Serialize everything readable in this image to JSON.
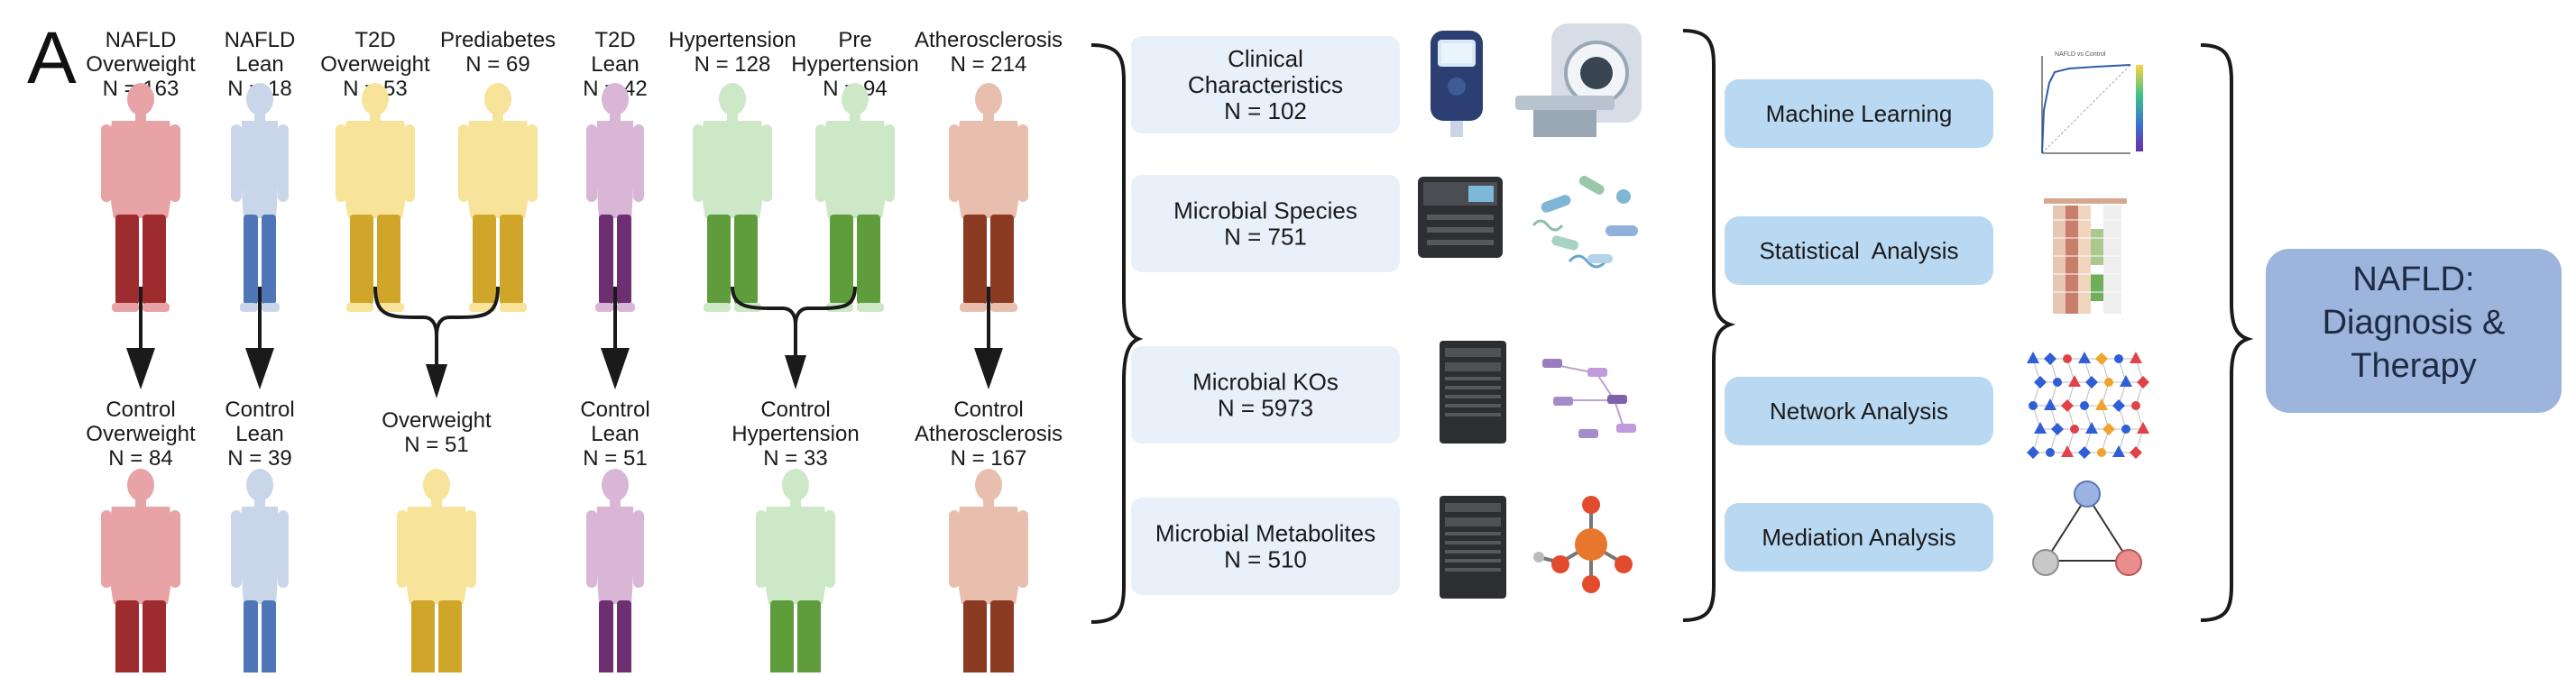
{
  "panel_label": "A",
  "top_groups": [
    {
      "lines": [
        "NAFLD",
        "Overweight",
        "N = 163"
      ],
      "fill": "#e7a3a6",
      "legs": "#9e2b2d",
      "shape": "heavy"
    },
    {
      "lines": [
        "NAFLD",
        "Lean",
        "N = 18"
      ],
      "fill": "#c9d6ea",
      "legs": "#4f77b8",
      "shape": "lean"
    },
    {
      "lines": [
        "T2D",
        "Overweight",
        "N = 53"
      ],
      "fill": "#f7e39a",
      "legs": "#cfa62a",
      "shape": "heavy"
    },
    {
      "lines": [
        "Prediabetes",
        "N = 69"
      ],
      "fill": "#f7e39a",
      "legs": "#cfa62a",
      "shape": "heavy"
    },
    {
      "lines": [
        "T2D",
        "Lean",
        "N = 42"
      ],
      "fill": "#d9b5d6",
      "legs": "#6e2f71",
      "shape": "lean"
    },
    {
      "lines": [
        "Hypertension",
        "N = 128"
      ],
      "fill": "#cde8c7",
      "legs": "#5e9c3c",
      "shape": "heavy"
    },
    {
      "lines": [
        "Pre",
        "Hypertension",
        "N = 94"
      ],
      "fill": "#cde8c7",
      "legs": "#5e9c3c",
      "shape": "heavy"
    },
    {
      "lines": [
        "Atherosclerosis",
        "N = 214"
      ],
      "fill": "#e8bfae",
      "legs": "#8b3b22",
      "shape": "heavy"
    }
  ],
  "control_groups": [
    {
      "lines": [
        "Control",
        "Overweight",
        "N = 84"
      ],
      "fill": "#e7a3a6",
      "legs": "#9e2b2d",
      "shape": "heavy"
    },
    {
      "lines": [
        "Control",
        "Lean",
        "N = 39"
      ],
      "fill": "#c9d6ea",
      "legs": "#4f77b8",
      "shape": "lean"
    },
    {
      "lines": [
        "Overweight",
        "N = 51"
      ],
      "fill": "#f7e39a",
      "legs": "#cfa62a",
      "shape": "heavy"
    },
    {
      "lines": [
        "Control",
        "Lean",
        "N = 51"
      ],
      "fill": "#d9b5d6",
      "legs": "#6e2f71",
      "shape": "lean"
    },
    {
      "lines": [
        "Control",
        "Hypertension",
        "N = 33"
      ],
      "fill": "#cde8c7",
      "legs": "#5e9c3c",
      "shape": "heavy"
    },
    {
      "lines": [
        "Control",
        "Atherosclerosis",
        "N = 167"
      ],
      "fill": "#e8bfae",
      "legs": "#8b3b22",
      "shape": "heavy"
    }
  ],
  "data_boxes": [
    {
      "lines": [
        "Clinical",
        "Characteristics",
        "N = 102"
      ],
      "icons": [
        "glucometer-icon",
        "mri-scanner-icon"
      ]
    },
    {
      "lines": [
        "Microbial Species",
        "N = 751"
      ],
      "icons": [
        "sequencer-icon",
        "bacteria-icon"
      ]
    },
    {
      "lines": [
        "Microbial KOs",
        "N = 5973"
      ],
      "icons": [
        "server-tower-icon",
        "pathway-map-icon"
      ]
    },
    {
      "lines": [
        "Microbial Metabolites",
        "N = 510"
      ],
      "icons": [
        "server-tower-icon",
        "phosphate-molecule-icon"
      ]
    }
  ],
  "analysis_boxes": [
    {
      "label": "Machine Learning",
      "icon": "roc-curve-icon"
    },
    {
      "label": "Statistical  Analysis",
      "icon": "heatmap-table-icon"
    },
    {
      "label": "Network Analysis",
      "icon": "network-graph-icon"
    },
    {
      "label": "Mediation Analysis",
      "icon": "mediation-triangle-icon"
    }
  ],
  "final_box": {
    "lines": [
      "NAFLD:",
      "Diagnosis &",
      "Therapy"
    ]
  },
  "colors": {
    "data_box": "#e8f0fa",
    "analysis_box": "#b9d8f1",
    "final_box": "#9db4dd",
    "final_text": "#1d2a44",
    "arrow": "#1a1a1a"
  }
}
